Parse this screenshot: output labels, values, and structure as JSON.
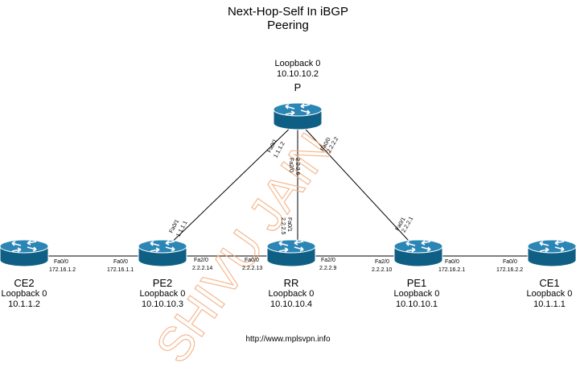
{
  "title_line1": "Next-Hop-Self In iBGP",
  "title_line2": "Peering",
  "watermark": "SHIVU JAIN",
  "url": "http://www.mplsvpn.info",
  "devices": {
    "P": {
      "name": "P",
      "lb_label": "Loopback 0",
      "lb_ip": "10.10.10.2"
    },
    "CE2": {
      "name": "CE2",
      "lb_label": "Loopback 0",
      "lb_ip": "10.1.1.2"
    },
    "PE2": {
      "name": "PE2",
      "lb_label": "Loopback 0",
      "lb_ip": "10.10.10.3"
    },
    "RR": {
      "name": "RR",
      "lb_label": "Loopback 0",
      "lb_ip": "10.10.10.4"
    },
    "PE1": {
      "name": "PE1",
      "lb_label": "Loopback 0",
      "lb_ip": "10.10.10.1"
    },
    "CE1": {
      "name": "CE1",
      "lb_label": "Loopback 0",
      "lb_ip": "10.1.1.1"
    }
  },
  "links": {
    "p_pe2_if": "Fa0/1",
    "p_pe2_ip": "1.1.1.2",
    "p_rr_if": "Fa2/0",
    "p_rr_ip": "2.2.2.6",
    "p_pe1_if": "Fa0/0",
    "p_pe1_ip": "2.2.2.2",
    "pe2_p_if": "Fa0/1",
    "pe2_p_ip": "1.1.1.1",
    "rr_p_if": "Fa0/1",
    "rr_p_ip": "2.2.2.5",
    "pe1_p_if": "Fa0/1",
    "pe1_p_ip": "2.2.2.1",
    "ce2_if": "Fa0/0",
    "ce2_ip": "172.16.1.2",
    "pe2_ce2_if": "Fa0/0",
    "pe2_ce2_ip": "172.16.1.1",
    "pe2_rr_if": "Fa2/0",
    "pe2_rr_ip": "2.2.2.14",
    "rr_pe2_if": "Fa0/0",
    "rr_pe2_ip": "2.2.2.13",
    "rr_pe1_if": "Fa2/0",
    "rr_pe1_ip": "2.2.2.9",
    "pe1_rr_if": "Fa2/0",
    "pe1_rr_ip": "2.2.2.10",
    "pe1_ce1_if": "Fa0/0",
    "pe1_ce1_ip": "172.16.2.1",
    "ce1_if": "Fa0/0",
    "ce1_ip": "172.16.2.2"
  }
}
